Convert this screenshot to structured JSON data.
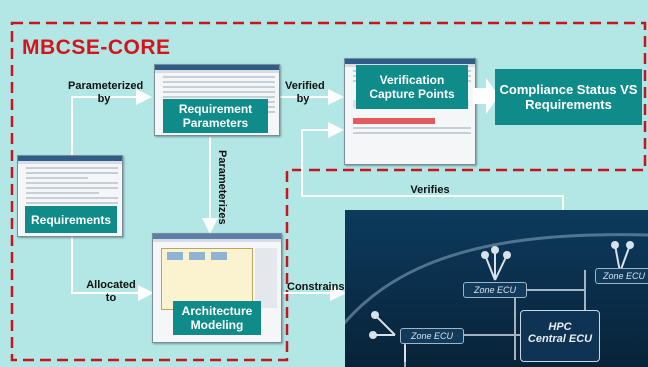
{
  "title": "MBCSE-CORE",
  "boxes": {
    "requirements": "Requirements",
    "requirement_parameters": "Requirement Parameters",
    "verification_capture_points": "Verification Capture Points",
    "compliance_status": "Compliance Status VS Requirements",
    "architecture_modeling": "Architecture Modeling"
  },
  "arrows": {
    "parameterized_by": "Parameterized by",
    "verified_by": "Verified by",
    "parameterizes": "Parameterizes",
    "allocated_to": "Allocated to",
    "constrains": "Constrains",
    "verifies": "Verifies"
  },
  "vehicle": {
    "zone_ecu_1": "Zone ECU",
    "zone_ecu_2": "Zone ECU",
    "zone_ecu_3": "Zone ECU",
    "hpc_line1": "HPC",
    "hpc_line2": "Central ECU"
  },
  "colors": {
    "background": "#b2e7e6",
    "accent_red": "#d4141b",
    "box_teal": "#0f8c8a"
  }
}
